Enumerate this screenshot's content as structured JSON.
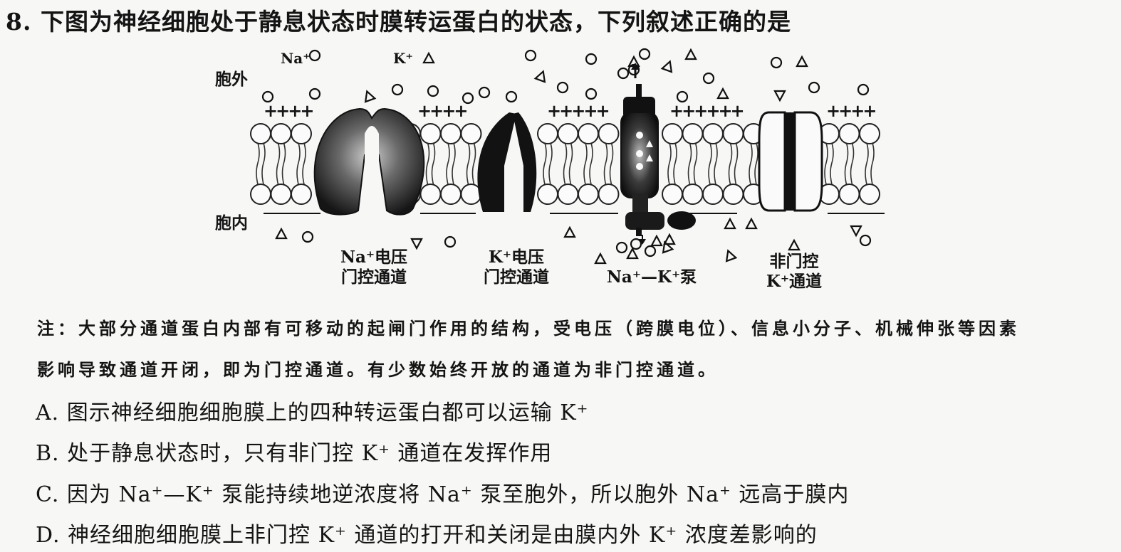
{
  "question": {
    "title": "8. 下图为神经细胞处于静息状态时膜转运蛋白的状态，下列叙述正确的是"
  },
  "figure": {
    "outside_label": "胞外",
    "inside_label": "胞内",
    "ion_na": "Na⁺",
    "ion_k": "K⁺",
    "caption_na_line1": "Na⁺电压",
    "caption_na_line2": "门控通道",
    "caption_k_line1": "K⁺电压",
    "caption_k_line2": "门控通道",
    "caption_pump": "Na⁺—K⁺泵",
    "caption_nongated_line1": "非门控",
    "caption_nongated_line2": "K⁺通道",
    "plus_signs": "++++",
    "plus_signs_5": "+++++",
    "plus_signs_6": "++++++"
  },
  "note": {
    "line1": "注：大部分通道蛋白内部有可移动的起闸门作用的结构，受电压（跨膜电位）、信息小分子、机械伸张等因素",
    "line2": "影响导致通道开闭，即为门控通道。有少数始终开放的通道为非门控通道。"
  },
  "options": [
    {
      "text": "A. 图示神经细胞细胞膜上的四种转运蛋白都可以运输 K⁺"
    },
    {
      "text": "B. 处于静息状态时，只有非门控 K⁺ 通道在发挥作用"
    },
    {
      "text": "C. 因为 Na⁺—K⁺ 泵能持续地逆浓度将 Na⁺ 泵至胞外，所以胞外 Na⁺ 远高于膜内"
    },
    {
      "text": "D. 神经细胞细胞膜上非门控 K⁺ 通道的打开和关闭是由膜内外 K⁺ 浓度差影响的"
    }
  ]
}
